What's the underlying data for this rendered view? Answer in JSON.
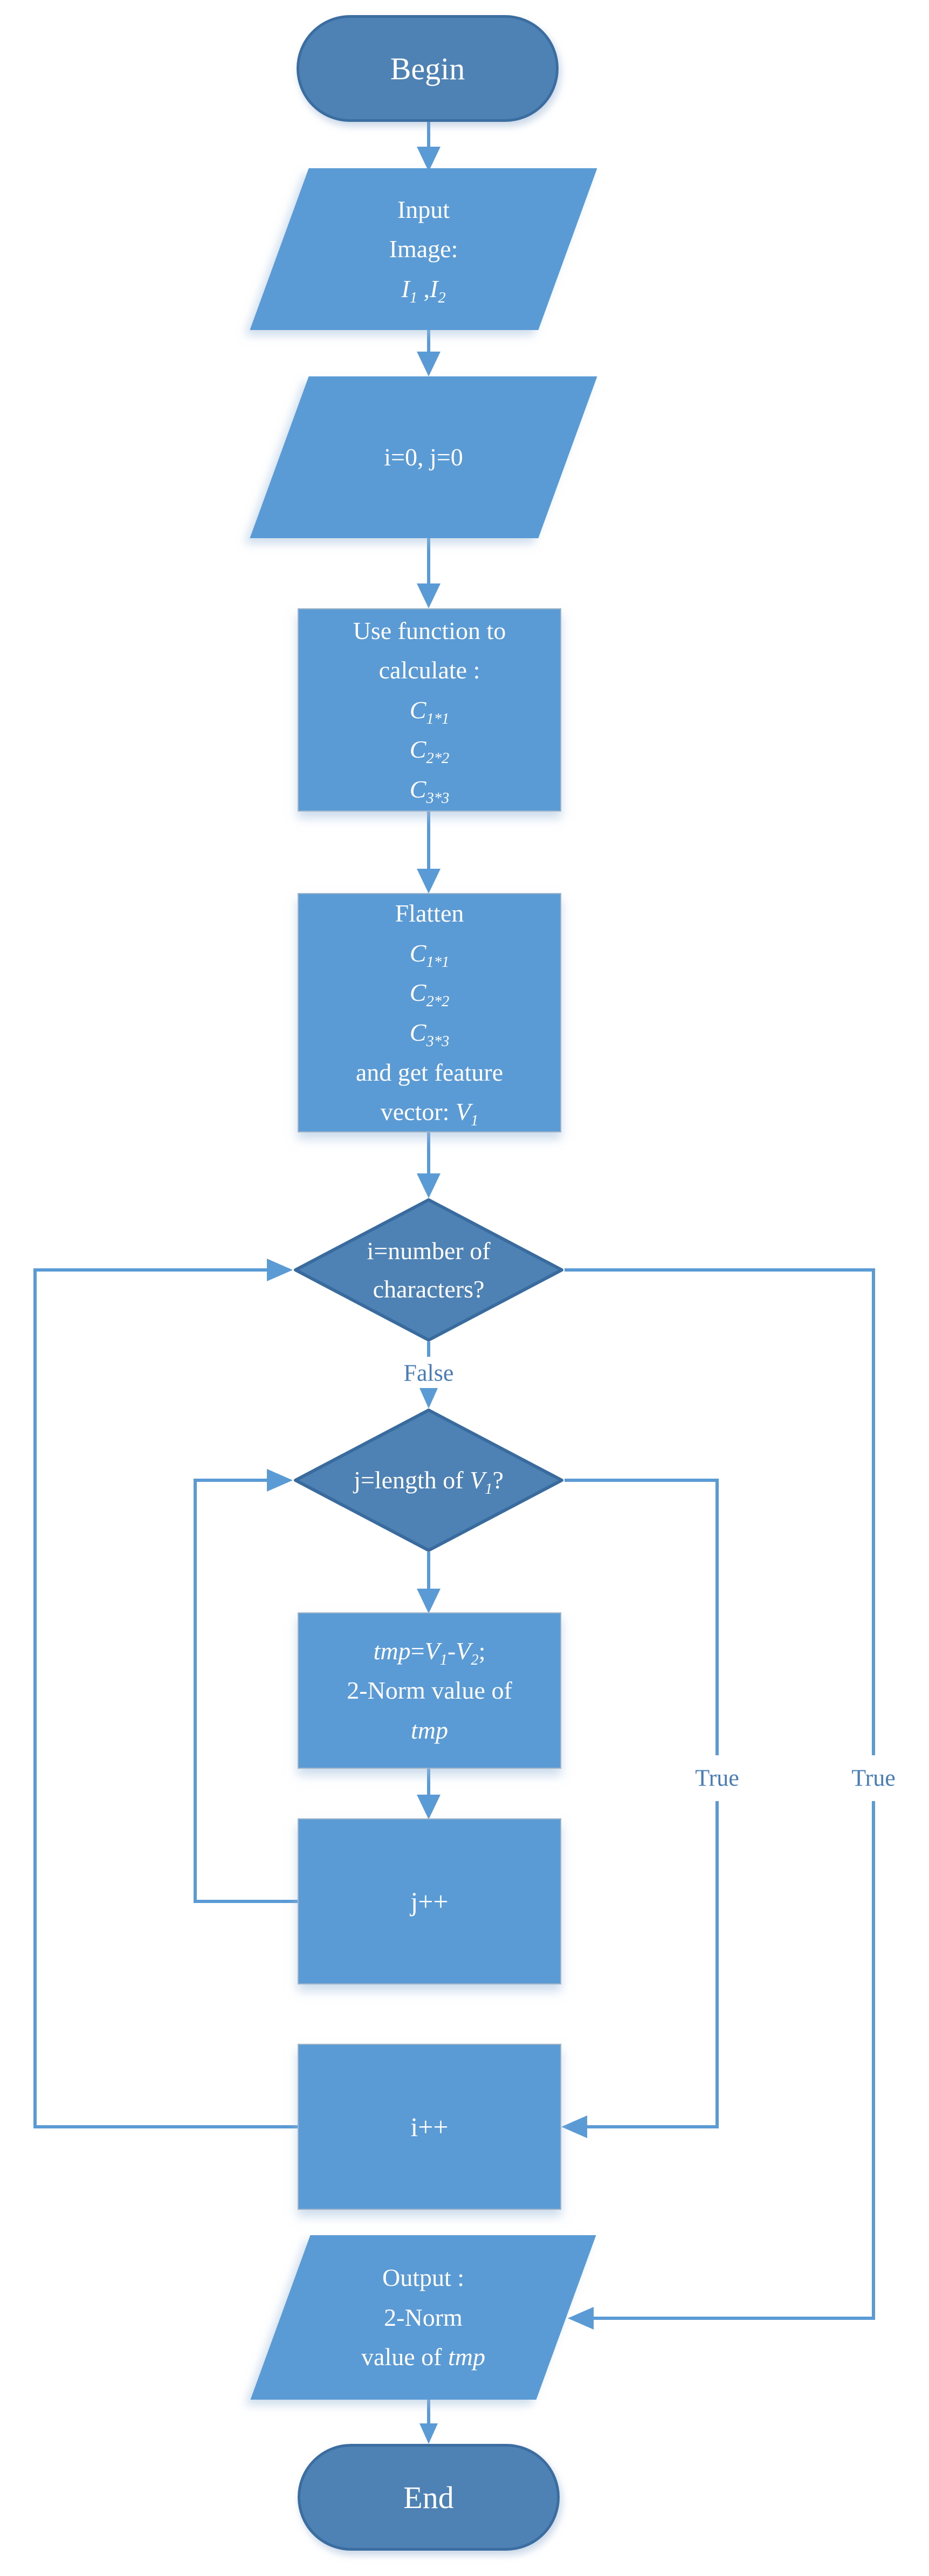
{
  "figure": "flowchart",
  "colors": {
    "node_fill_light": "#5b9bd5",
    "node_fill_dark": "#4e81b4",
    "node_border_dark": "#3a6b9e",
    "rect_border": "#9fb3c9",
    "connector": "#5b9bd5",
    "edge_label_text": "#4a7db5",
    "node_text": "#ffffff",
    "background": "#ffffff"
  },
  "nodes": {
    "begin": {
      "label": "Begin"
    },
    "input": {
      "lines": [
        [
          {
            "t": "Input"
          }
        ],
        [
          {
            "t": "Image:"
          }
        ],
        [
          {
            "t": "I",
            "i": 1
          },
          {
            "t": "1",
            "sub": 1
          },
          {
            "t": " ,"
          },
          {
            "t": "I",
            "i": 1
          },
          {
            "t": "2",
            "sub": 1
          }
        ]
      ]
    },
    "init": {
      "lines": [
        [
          {
            "t": "i=0, j=0"
          }
        ]
      ]
    },
    "use": {
      "lines": [
        [
          {
            "t": "Use function to"
          }
        ],
        [
          {
            "t": "calculate :"
          }
        ],
        [
          {
            "t": "C",
            "i": 1
          },
          {
            "t": "1*1",
            "sub": 1
          }
        ],
        [
          {
            "t": "C",
            "i": 1
          },
          {
            "t": "2*2",
            "sub": 1
          }
        ],
        [
          {
            "t": "C",
            "i": 1
          },
          {
            "t": "3*3",
            "sub": 1
          }
        ]
      ]
    },
    "flatten": {
      "lines": [
        [
          {
            "t": "Flatten"
          }
        ],
        [
          {
            "t": "C",
            "i": 1
          },
          {
            "t": "1*1",
            "sub": 1
          }
        ],
        [
          {
            "t": "C",
            "i": 1
          },
          {
            "t": "2*2",
            "sub": 1
          }
        ],
        [
          {
            "t": "C",
            "i": 1
          },
          {
            "t": "3*3",
            "sub": 1
          }
        ],
        [
          {
            "t": "and get feature"
          }
        ],
        [
          {
            "t": "vector: "
          },
          {
            "t": "V",
            "i": 1
          },
          {
            "t": "1",
            "sub": 1
          }
        ]
      ]
    },
    "decision_i": {
      "lines": [
        [
          {
            "t": "i=number of"
          }
        ],
        [
          {
            "t": "characters?"
          }
        ]
      ]
    },
    "decision_j": {
      "lines": [
        [
          {
            "t": "j=length of "
          },
          {
            "t": "V",
            "i": 1
          },
          {
            "t": "1",
            "sub": 1
          },
          {
            "t": "?"
          }
        ]
      ]
    },
    "tmp": {
      "lines": [
        [
          {
            "t": "tmp",
            "i": 1
          },
          {
            "t": "="
          },
          {
            "t": "V",
            "i": 1
          },
          {
            "t": "1",
            "sub": 1
          },
          {
            "t": "-"
          },
          {
            "t": "V",
            "i": 1
          },
          {
            "t": "2",
            "sub": 1
          },
          {
            "t": ";"
          }
        ],
        [
          {
            "t": "2-Norm value of"
          }
        ],
        [
          {
            "t": "tmp",
            "i": 1
          }
        ]
      ]
    },
    "j_increment": {
      "label": "j++"
    },
    "i_increment": {
      "label": "i++"
    },
    "output": {
      "lines": [
        [
          {
            "t": "Output :"
          }
        ],
        [
          {
            "t": "2-Norm"
          }
        ],
        [
          {
            "t": "value of "
          },
          {
            "t": "tmp",
            "i": 1
          }
        ]
      ]
    },
    "end": {
      "label": "End"
    }
  },
  "edge_labels": {
    "false_from_decision_i": "False",
    "true_from_decision_j": "True",
    "true_from_decision_i": "True"
  },
  "edges": [
    {
      "from": "begin",
      "to": "input"
    },
    {
      "from": "input",
      "to": "init"
    },
    {
      "from": "init",
      "to": "use"
    },
    {
      "from": "use",
      "to": "flatten"
    },
    {
      "from": "flatten",
      "to": "decision_i"
    },
    {
      "from": "decision_i",
      "to": "decision_j",
      "label": "False"
    },
    {
      "from": "decision_i",
      "to": "output",
      "label": "True"
    },
    {
      "from": "decision_j",
      "to": "tmp"
    },
    {
      "from": "decision_j",
      "to": "i_increment",
      "label": "True"
    },
    {
      "from": "tmp",
      "to": "j_increment"
    },
    {
      "from": "j_increment",
      "to": "decision_j"
    },
    {
      "from": "i_increment",
      "to": "decision_i"
    },
    {
      "from": "output",
      "to": "end"
    }
  ]
}
